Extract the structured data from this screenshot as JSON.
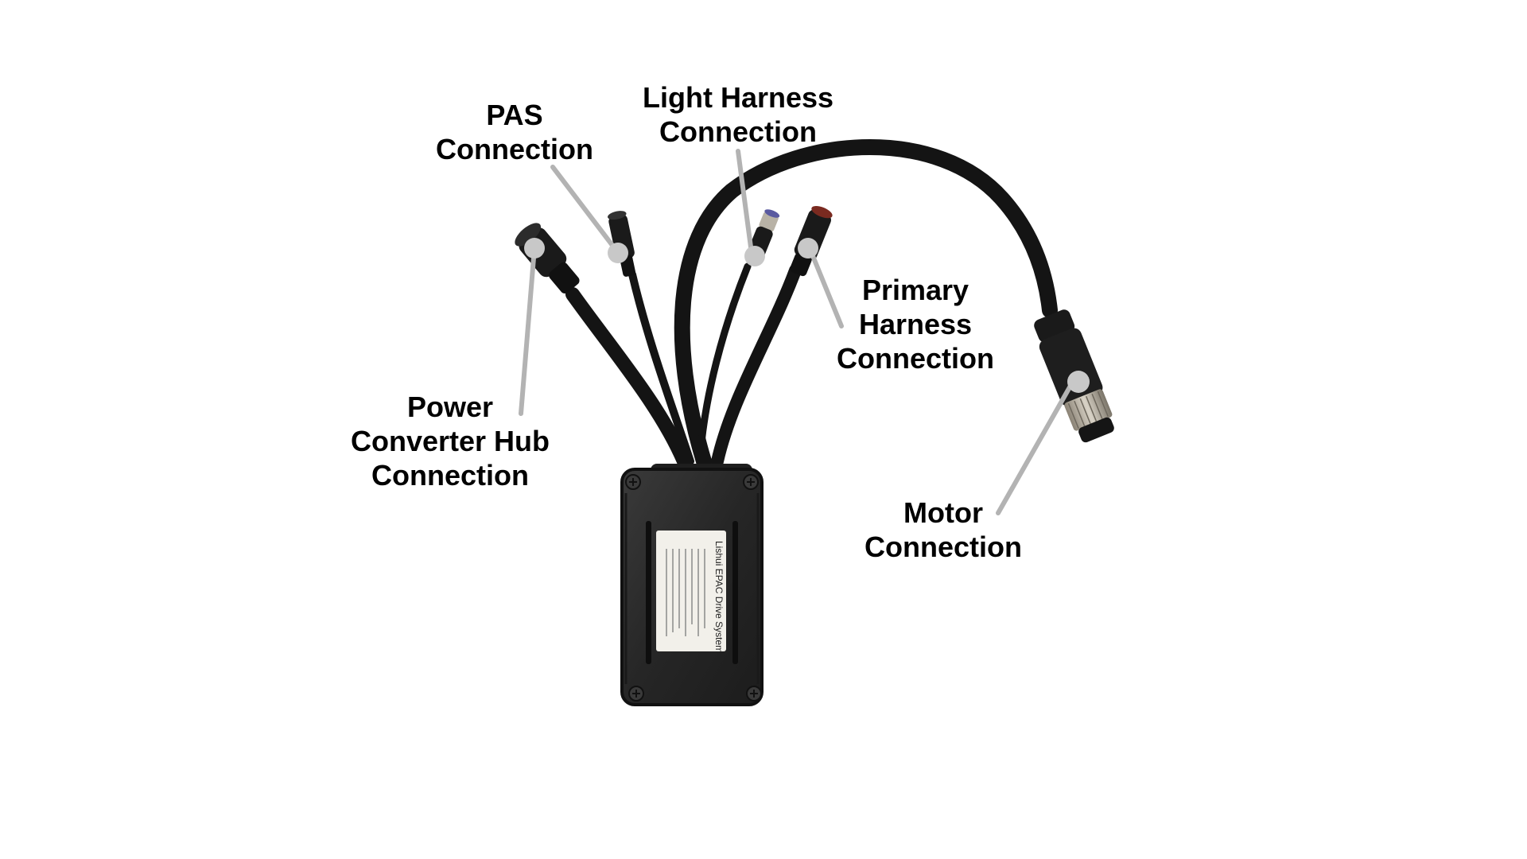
{
  "labels": {
    "pas": [
      "PAS",
      "Connection"
    ],
    "light": [
      "Light Harness",
      "Connection"
    ],
    "primary": [
      "Primary",
      "Harness",
      "Connection"
    ],
    "power": [
      "Power",
      "Converter Hub",
      "Connection"
    ],
    "motor": [
      "Motor",
      "Connection"
    ]
  },
  "controller_label": {
    "lines": [
      "Lishui EPAC Drive System"
    ]
  },
  "colors": {
    "background": "#ffffff",
    "cable": "#141414",
    "housing": "#2a2a2a",
    "leader": "#b3b3b3",
    "text": "#000000"
  }
}
